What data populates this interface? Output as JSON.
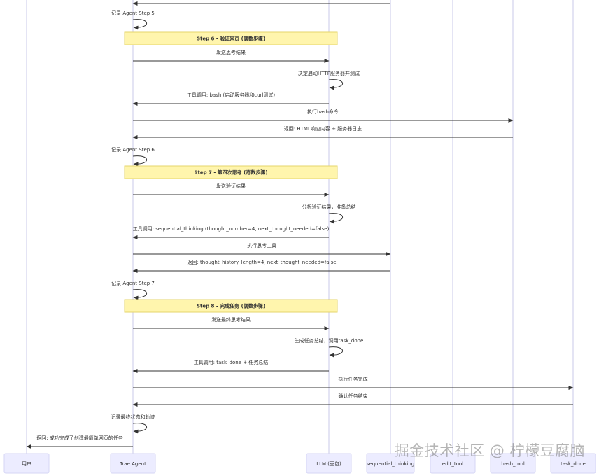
{
  "participants": [
    {
      "id": "user",
      "label": "用户"
    },
    {
      "id": "agent",
      "label": "Trae Agent"
    },
    {
      "id": "llm",
      "label": "LLM (豆包)"
    },
    {
      "id": "seq",
      "label": "sequential_thinking"
    },
    {
      "id": "edit",
      "label": "edit_tool"
    },
    {
      "id": "bash",
      "label": "bash_tool"
    },
    {
      "id": "done",
      "label": "task_done"
    }
  ],
  "events": [
    {
      "type": "msg",
      "from": "seq",
      "to": "agent",
      "text": ""
    },
    {
      "type": "self",
      "on": "agent",
      "text": "记录 Agent Step 5"
    },
    {
      "type": "note",
      "text": "Step 6 - 验证网页 (偶数步骤)"
    },
    {
      "type": "msg",
      "from": "agent",
      "to": "llm",
      "text": "发送思考结果"
    },
    {
      "type": "self",
      "on": "llm",
      "text": "决定启动HTTP服务器并测试"
    },
    {
      "type": "msg",
      "from": "llm",
      "to": "agent",
      "text": "工具调用: bash (启动服务器和curl测试)"
    },
    {
      "type": "msg",
      "from": "agent",
      "to": "bash",
      "text": "执行bash命令"
    },
    {
      "type": "msg",
      "from": "bash",
      "to": "agent",
      "text": "返回: HTML响应内容 + 服务器日志"
    },
    {
      "type": "self",
      "on": "agent",
      "text": "记录 Agent Step 6"
    },
    {
      "type": "note",
      "text": "Step 7 - 第四次思考 (奇数步骤)"
    },
    {
      "type": "msg",
      "from": "agent",
      "to": "llm",
      "text": "发送验证结果"
    },
    {
      "type": "self",
      "on": "llm",
      "text": "分析验证结果，准备总结"
    },
    {
      "type": "msg",
      "from": "llm",
      "to": "agent",
      "text": "工具调用: sequential_thinking (thought_number=4, next_thought_needed=false)"
    },
    {
      "type": "msg",
      "from": "agent",
      "to": "seq",
      "text": "执行思考工具"
    },
    {
      "type": "msg",
      "from": "seq",
      "to": "agent",
      "text": "返回: thought_history_length=4, next_thought_needed=false"
    },
    {
      "type": "self",
      "on": "agent",
      "text": "记录 Agent Step 7"
    },
    {
      "type": "note",
      "text": "Step 8 - 完成任务 (偶数步骤)"
    },
    {
      "type": "msg",
      "from": "agent",
      "to": "llm",
      "text": "发送最终思考结果"
    },
    {
      "type": "self",
      "on": "llm",
      "text": "生成任务总结，调用task_done"
    },
    {
      "type": "msg",
      "from": "llm",
      "to": "agent",
      "text": "工具调用: task_done + 任务总结"
    },
    {
      "type": "msg",
      "from": "agent",
      "to": "done",
      "text": "执行任务完成"
    },
    {
      "type": "msg",
      "from": "done",
      "to": "agent",
      "text": "确认任务结束"
    },
    {
      "type": "self",
      "on": "agent",
      "text": "记录最终状态和轨迹"
    },
    {
      "type": "msg",
      "from": "agent",
      "to": "user",
      "text": "返回: 成功完成了创建最简单网页的任务"
    }
  ],
  "watermark": "掘金技术社区 @ 柠檬豆腐脑",
  "colors": {
    "line": "#333333",
    "lifeline": "#c8c8e8",
    "actor_fill": "#ececff",
    "actor_stroke": "#d6d6f5",
    "note_fill": "#fff5ad",
    "note_stroke": "#e6d56a"
  }
}
